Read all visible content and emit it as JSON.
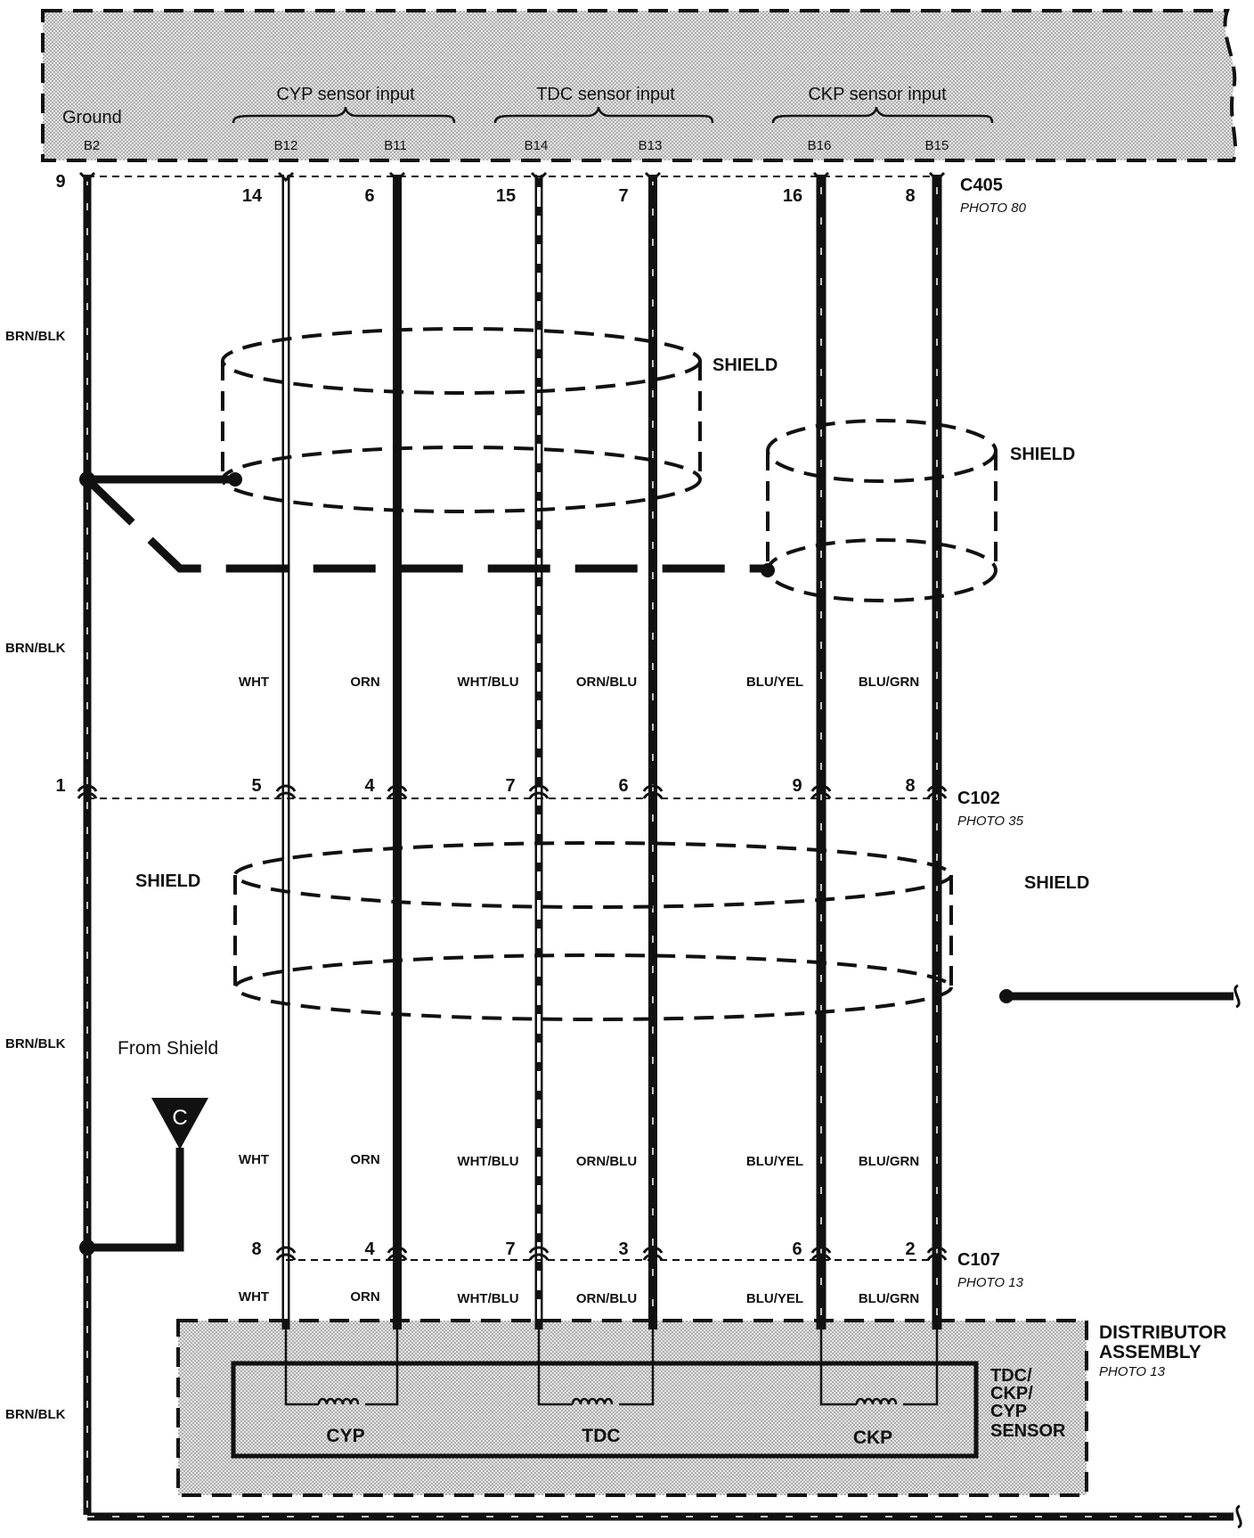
{
  "ecu": {
    "ground_label": "Ground",
    "groups": [
      {
        "label": "CYP sensor input"
      },
      {
        "label": "TDC sensor input"
      },
      {
        "label": "CKP sensor input"
      }
    ],
    "pins": [
      "B2",
      "B12",
      "B11",
      "B14",
      "B13",
      "B16",
      "B15"
    ]
  },
  "connectors": {
    "c405": {
      "id": "C405",
      "photo": "PHOTO 80",
      "pins": [
        "9",
        "14",
        "6",
        "15",
        "7",
        "16",
        "8"
      ]
    },
    "c102": {
      "id": "C102",
      "photo": "PHOTO 35",
      "pins": [
        "1",
        "5",
        "4",
        "7",
        "6",
        "9",
        "8"
      ]
    },
    "c107": {
      "id": "C107",
      "photo": "PHOTO 13",
      "pins": [
        "8",
        "4",
        "7",
        "3",
        "6",
        "2"
      ]
    }
  },
  "wires": {
    "ground_color": "BRN/BLK",
    "colors": [
      "WHT",
      "ORN",
      "WHT/BLU",
      "ORN/BLU",
      "BLU/YEL",
      "BLU/GRN"
    ]
  },
  "shield_label": "SHIELD",
  "from_shield": "From Shield",
  "connector_c": "C",
  "distributor": {
    "title_line1": "DISTRIBUTOR",
    "title_line2": "ASSEMBLY",
    "photo": "PHOTO 13",
    "sensor_line1": "TDC/",
    "sensor_line2": "CKP/",
    "sensor_line3": "CYP",
    "sensor_line4": "SENSOR",
    "coils": [
      "CYP",
      "TDC",
      "CKP"
    ]
  }
}
